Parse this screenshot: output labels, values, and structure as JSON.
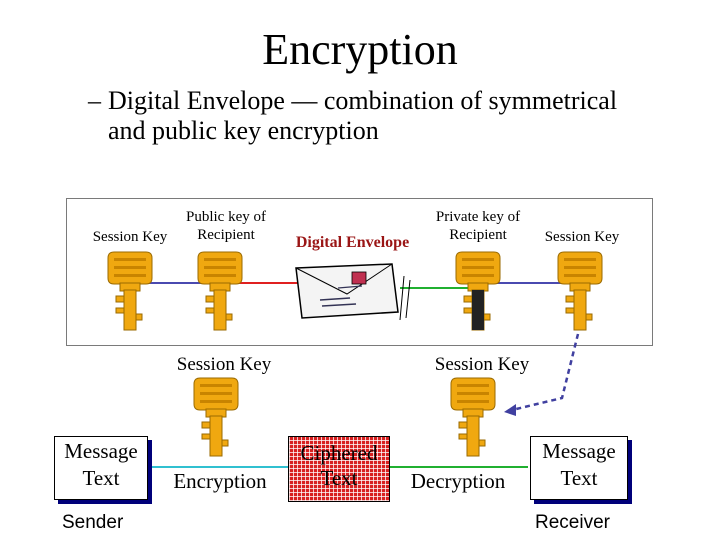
{
  "title": "Encryption",
  "bullet": {
    "dash": "–",
    "line1": "Digital Envelope — combination of symmetrical",
    "line2": "and public key encryption"
  },
  "envelope_box": {
    "session_key_left": "Session Key",
    "public_key_line1": "Public key of",
    "public_key_line2": "Recipient",
    "digital_envelope": "Digital Envelope",
    "private_key_line1": "Private key of",
    "private_key_line2": "Recipient",
    "session_key_right": "Session Key"
  },
  "flow": {
    "session_key_mid_left": "Session Key",
    "session_key_mid_right": "Session Key",
    "message_left_line1": "Message",
    "message_left_line2": "Text",
    "encryption": "Encryption",
    "ciphered_line1": "Ciphered",
    "ciphered_line2": "Text",
    "decryption": "Decryption",
    "message_right_line1": "Message",
    "message_right_line2": "Text",
    "sender": "Sender",
    "receiver": "Receiver"
  },
  "colors": {
    "key_gold": "#f0a810",
    "line_blue": "#4a4ab0",
    "line_red": "#e02020",
    "line_cyan": "#30c0d0",
    "line_green": "#20b030",
    "envelope_text": "#9a1515"
  },
  "icons": [
    "key-icon",
    "envelope-icon",
    "dashed-arrow-icon"
  ]
}
